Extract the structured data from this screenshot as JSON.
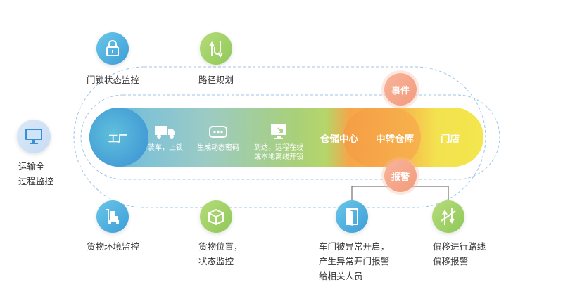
{
  "loop": {
    "stages": {
      "factory": "工厂",
      "warehouse": "仓储中心",
      "transfer": "中转仓库",
      "store": "门店"
    },
    "steps": [
      {
        "icon": "truck-icon",
        "lines": [
          "装车，上锁"
        ]
      },
      {
        "icon": "keypad-icon",
        "lines": [
          "生成动态密码"
        ]
      },
      {
        "icon": "monitor-arrow-icon",
        "lines": [
          "到达，远程在线",
          "或本地离线开锁"
        ]
      }
    ],
    "badges": {
      "event": "事件",
      "alarm": "报警"
    }
  },
  "top_features": [
    {
      "icon": "lock-icon",
      "lines": [
        "门锁状态监控"
      ]
    },
    {
      "icon": "route-icon",
      "lines": [
        "路径规划"
      ]
    }
  ],
  "left_feature": {
    "icon": "monitor-icon",
    "lines": [
      "运输全",
      "过程监控"
    ]
  },
  "bottom_features": [
    {
      "icon": "cargo-cart-icon",
      "lines": [
        "货物环境监控"
      ]
    },
    {
      "icon": "package-icon",
      "lines": [
        "货物位置，",
        "状态监控"
      ]
    },
    {
      "icon": "open-door-icon",
      "lines": [
        "车门被异常开启，",
        "产生异常开门报警",
        "给相关人员"
      ]
    },
    {
      "icon": "deviation-icon",
      "lines": [
        "偏移进行路线",
        "偏移报警"
      ]
    }
  ],
  "colors": {
    "dash": "#9cc4e8",
    "blue": "#4fa8dc",
    "green": "#a6d06c",
    "orange": "#f7a94b",
    "yellow": "#f3e24f",
    "pink": "#f6ab8f"
  }
}
